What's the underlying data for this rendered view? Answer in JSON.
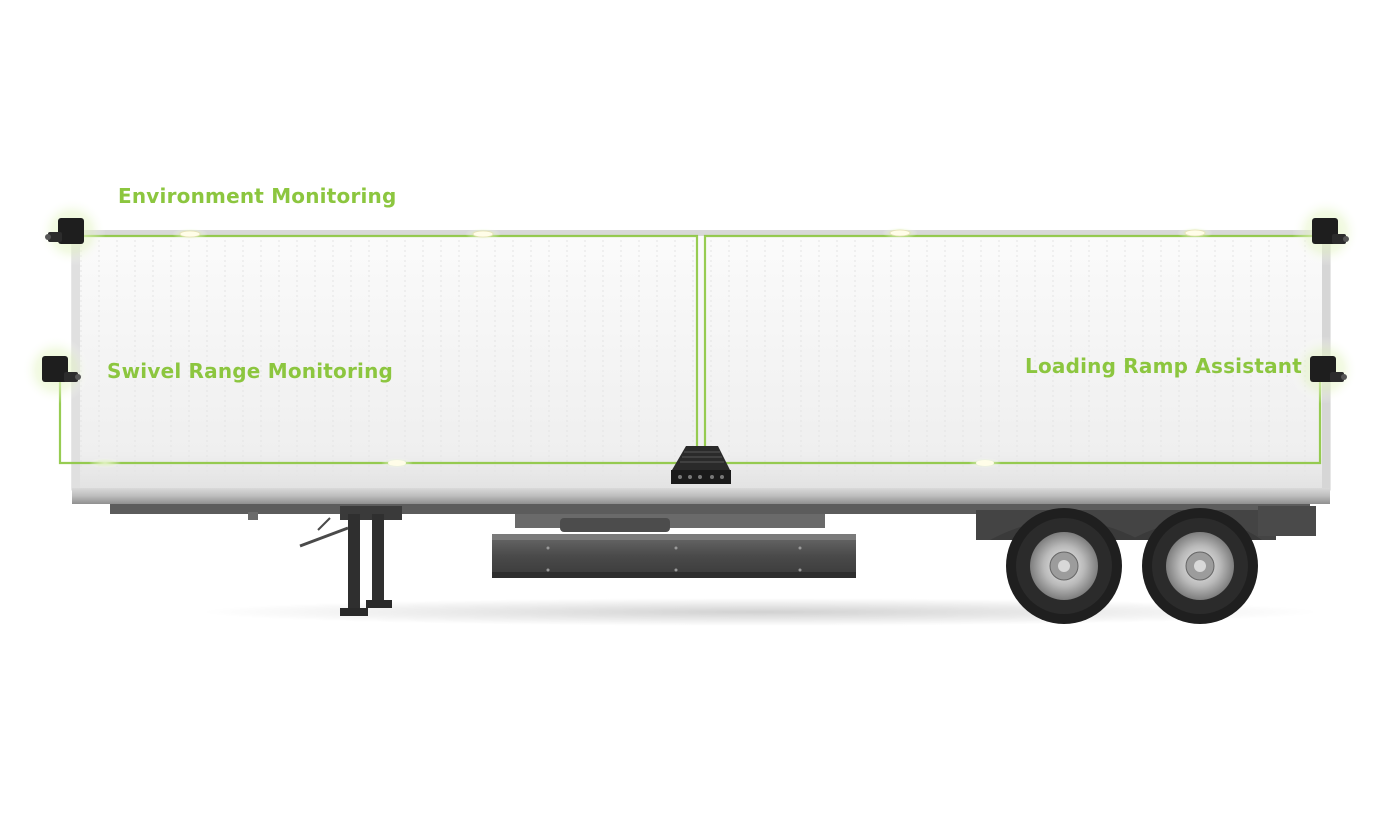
{
  "labels": {
    "environment_monitoring": "Environment Monitoring",
    "swivel_range_monitoring": "Swivel Range Monitoring",
    "loading_ramp_assistant": "Loading Ramp Assistant"
  },
  "colors": {
    "accent_green": "#8cc63f",
    "trailer_body": "#f4f4f4",
    "chassis_dark": "#3a3a3a",
    "camera_black": "#1e1e1e"
  },
  "icons": {
    "camera": "camera-icon",
    "control_unit": "control-unit-icon",
    "wheel": "wheel-icon"
  }
}
